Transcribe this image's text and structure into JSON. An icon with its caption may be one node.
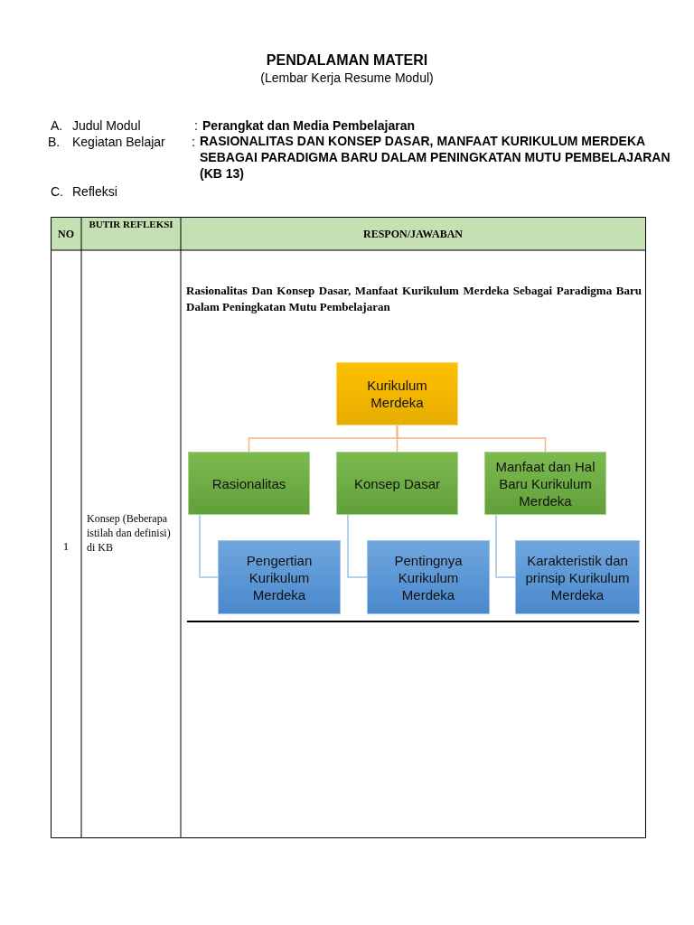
{
  "diagram": {
    "title": "PENDALAMAN MATERI",
    "nodes": [
      {
        "text": [
          "Kurikulum Merdeka"
        ]
      },
      {
        "text": [
          "Rasionalitas"
        ]
      },
      {
        "text": [
          "Konsep Dasar"
        ]
      },
      {
        "text": [
          "Manfaat dan Hal Baru Kurikulum Merdeka"
        ]
      },
      {
        "text": [
          "Pengertian Kurikulum Merdeka"
        ]
      },
      {
        "text": [
          "Pentingnya Kurikulum Merdeka"
        ]
      },
      {
        "text": [
          "Karakteristik dan prinsip Kurikulum Merdeka"
        ]
      }
    ],
    "edges": [
      {
        "from": 0,
        "to": 1,
        "arrow": "none",
        "color": "#f4b183"
      },
      {
        "from": 0,
        "to": 2,
        "arrow": "none",
        "color": "#f4b183"
      },
      {
        "from": 0,
        "to": 3,
        "arrow": "none",
        "color": "#f4b183"
      },
      {
        "from": 1,
        "to": 4,
        "arrow": "none",
        "color": "#9dc3e6"
      },
      {
        "from": 2,
        "to": 5,
        "arrow": "none",
        "color": "#9dc3e6"
      },
      {
        "from": 3,
        "to": 6,
        "arrow": "none",
        "color": "#9dc3e6"
      }
    ],
    "labels": [
      "(Lembar Kerja Resume Modul)",
      "A.",
      "Judul Modul",
      ":",
      "Perangkat dan Media Pembelajaran",
      "B.",
      "Kegiatan Belajar",
      ":",
      "RASIONALITAS DAN KONSEP DASAR, MANFAAT KURIKULUM MERDEKA SEBAGAI PARADIGMA BARU DALAM PENINGKATAN MUTU PEMBELAJARAN (KB 13)",
      "C.",
      "Refleksi",
      "NO",
      "BUTIR REFLEKSI",
      "RESPON/JAWABAN",
      "1",
      "Konsep (Beberapa istilah dan definisi) di KB",
      "Rasionalitas Dan Konsep Dasar, Manfaat Kurikulum Merdeka Sebagai Paradigma Baru Dalam Peningkatan Mutu Pembelajaran"
    ]
  }
}
